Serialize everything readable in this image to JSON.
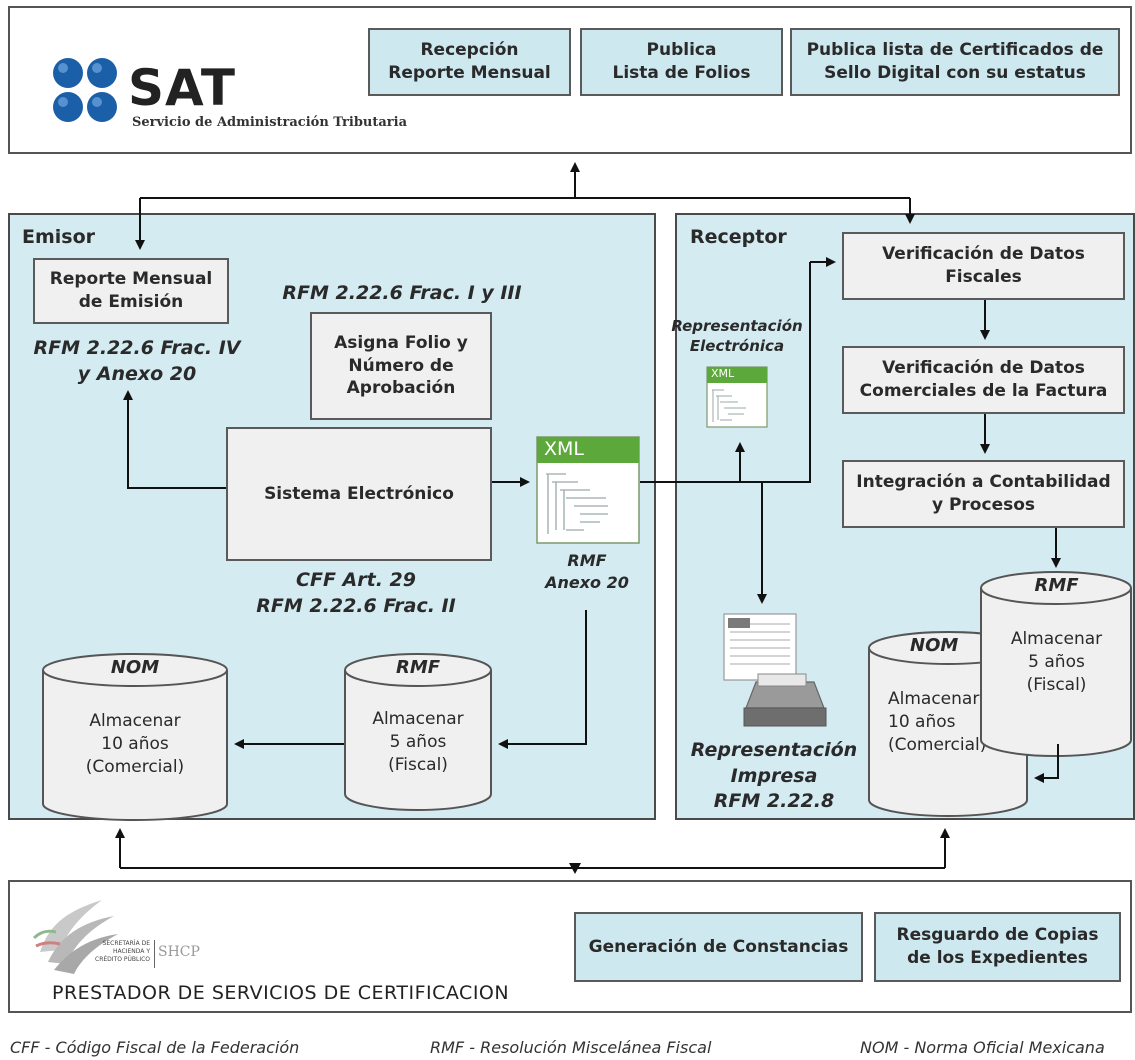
{
  "sat": {
    "logo_text": "SAT",
    "logo_subtitle": "Servicio de Administración Tributaria",
    "boxes": [
      "Recepción\nReporte Mensual",
      "Publica\nLista de Folios",
      "Publica lista de Certificados de\nSello Digital con su estatus"
    ]
  },
  "emisor": {
    "title": "Emisor",
    "reporte_box": "Reporte Mensual\nde Emisión",
    "reporte_ref": "RFM 2.22.6 Frac. IV\ny Anexo 20",
    "folio_ref": "RFM 2.22.6 Frac. I y III",
    "folio_box": "Asigna Folio y\nNúmero de\nAprobación",
    "sistema_box": "Sistema Electrónico",
    "sistema_ref": "CFF Art. 29\nRFM 2.22.6 Frac. II",
    "xml_icon_label": "XML",
    "xml_ref": "RMF\nAnexo 20",
    "store_nom": {
      "head": "NOM",
      "text": "Almacenar\n10 años\n(Comercial)"
    },
    "store_rmf": {
      "head": "RMF",
      "text": "Almacenar\n5 años\n(Fiscal)"
    }
  },
  "receptor": {
    "title": "Receptor",
    "rep_electronica": "Representación\nElectrónica",
    "xml_icon_label": "XML",
    "rep_impresa": "Representación\nImpresa\nRFM 2.22.8",
    "boxes": [
      "Verificación de Datos\nFiscales",
      "Verificación de Datos\nComerciales de la Factura",
      "Integración a Contabilidad\ny Procesos"
    ],
    "store_rmf": {
      "head": "RMF",
      "text": "Almacenar\n5 años\n(Fiscal)"
    },
    "store_nom": {
      "head": "NOM",
      "text": "Almacenar\n10 años\n(Comercial)"
    }
  },
  "prestador": {
    "shcp_text": "SECRETARÍA DE\nHACIENDA Y\nCRÉDITO PÚBLICO",
    "shcp_abbr": "SHCP",
    "title": "PRESTADOR DE SERVICIOS DE CERTIFICACION",
    "boxes": [
      "Generación de Constancias",
      "Resguardo de Copias\nde los Expedientes"
    ]
  },
  "legend": [
    "CFF - Código Fiscal de la Federación",
    "RMF - Resolución Miscelánea Fiscal",
    "NOM - Norma Oficial Mexicana"
  ],
  "colors": {
    "zone_fill": "#d3ebf1",
    "box_fill": "#f0f0f0",
    "sat_blue": "#1b5fa8",
    "xml_green": "#5da83a"
  }
}
